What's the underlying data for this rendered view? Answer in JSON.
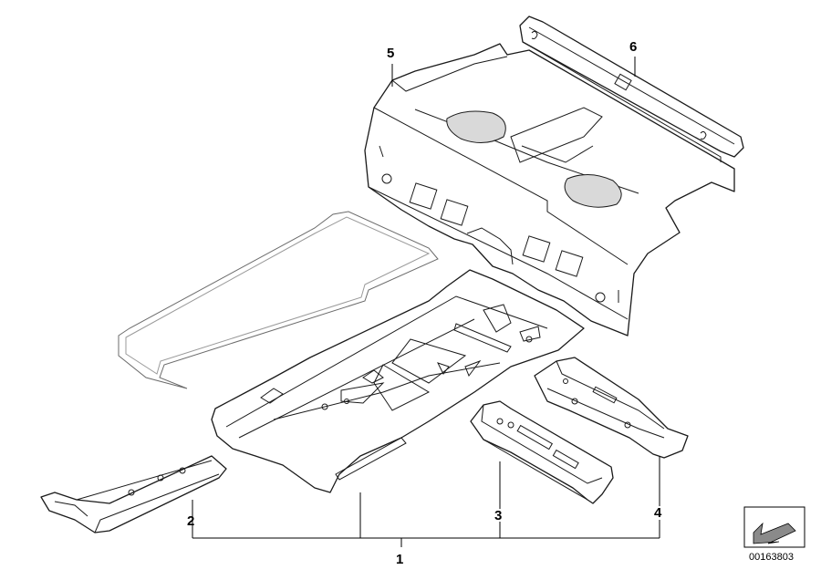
{
  "diagram": {
    "callouts": [
      {
        "id": "callout-1",
        "label": "1"
      },
      {
        "id": "callout-2",
        "label": "2"
      },
      {
        "id": "callout-3",
        "label": "3"
      },
      {
        "id": "callout-4",
        "label": "4"
      },
      {
        "id": "callout-5",
        "label": "5"
      },
      {
        "id": "callout-6",
        "label": "6"
      }
    ],
    "document_number": "00163803"
  }
}
